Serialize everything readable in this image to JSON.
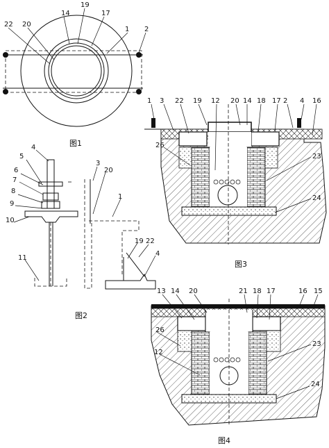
{
  "fig1": {
    "caption": "图1",
    "labels": {
      "n14": "14",
      "n19": "19",
      "n17": "17",
      "n22": "22",
      "n20": "20",
      "n1": "1",
      "n2": "2"
    }
  },
  "fig2": {
    "caption": "图2",
    "labels": {
      "n4": "4",
      "n5": "5",
      "n6": "6",
      "n7": "7",
      "n8": "8",
      "n9": "9",
      "n10": "10",
      "n11": "11",
      "n3": "3",
      "n20": "20",
      "n1": "1",
      "n19": "19",
      "n22": "22",
      "n4b": "4"
    }
  },
  "fig3": {
    "caption": "图3",
    "labels": {
      "n1": "1",
      "n3": "3",
      "n22": "22",
      "n19": "19",
      "n12": "12",
      "n20": "20",
      "n14": "14",
      "n18": "18",
      "n17": "17",
      "n2": "2",
      "n4": "4",
      "n16": "16",
      "n26": "26",
      "n23": "23",
      "n24": "24"
    }
  },
  "fig4": {
    "caption": "图4",
    "labels": {
      "n13": "13",
      "n14": "14",
      "n20": "20",
      "n21": "21",
      "n18": "18",
      "n17": "17",
      "n16": "16",
      "n15": "15",
      "n26": "26",
      "n12": "12",
      "n23": "23",
      "n24": "24"
    }
  }
}
